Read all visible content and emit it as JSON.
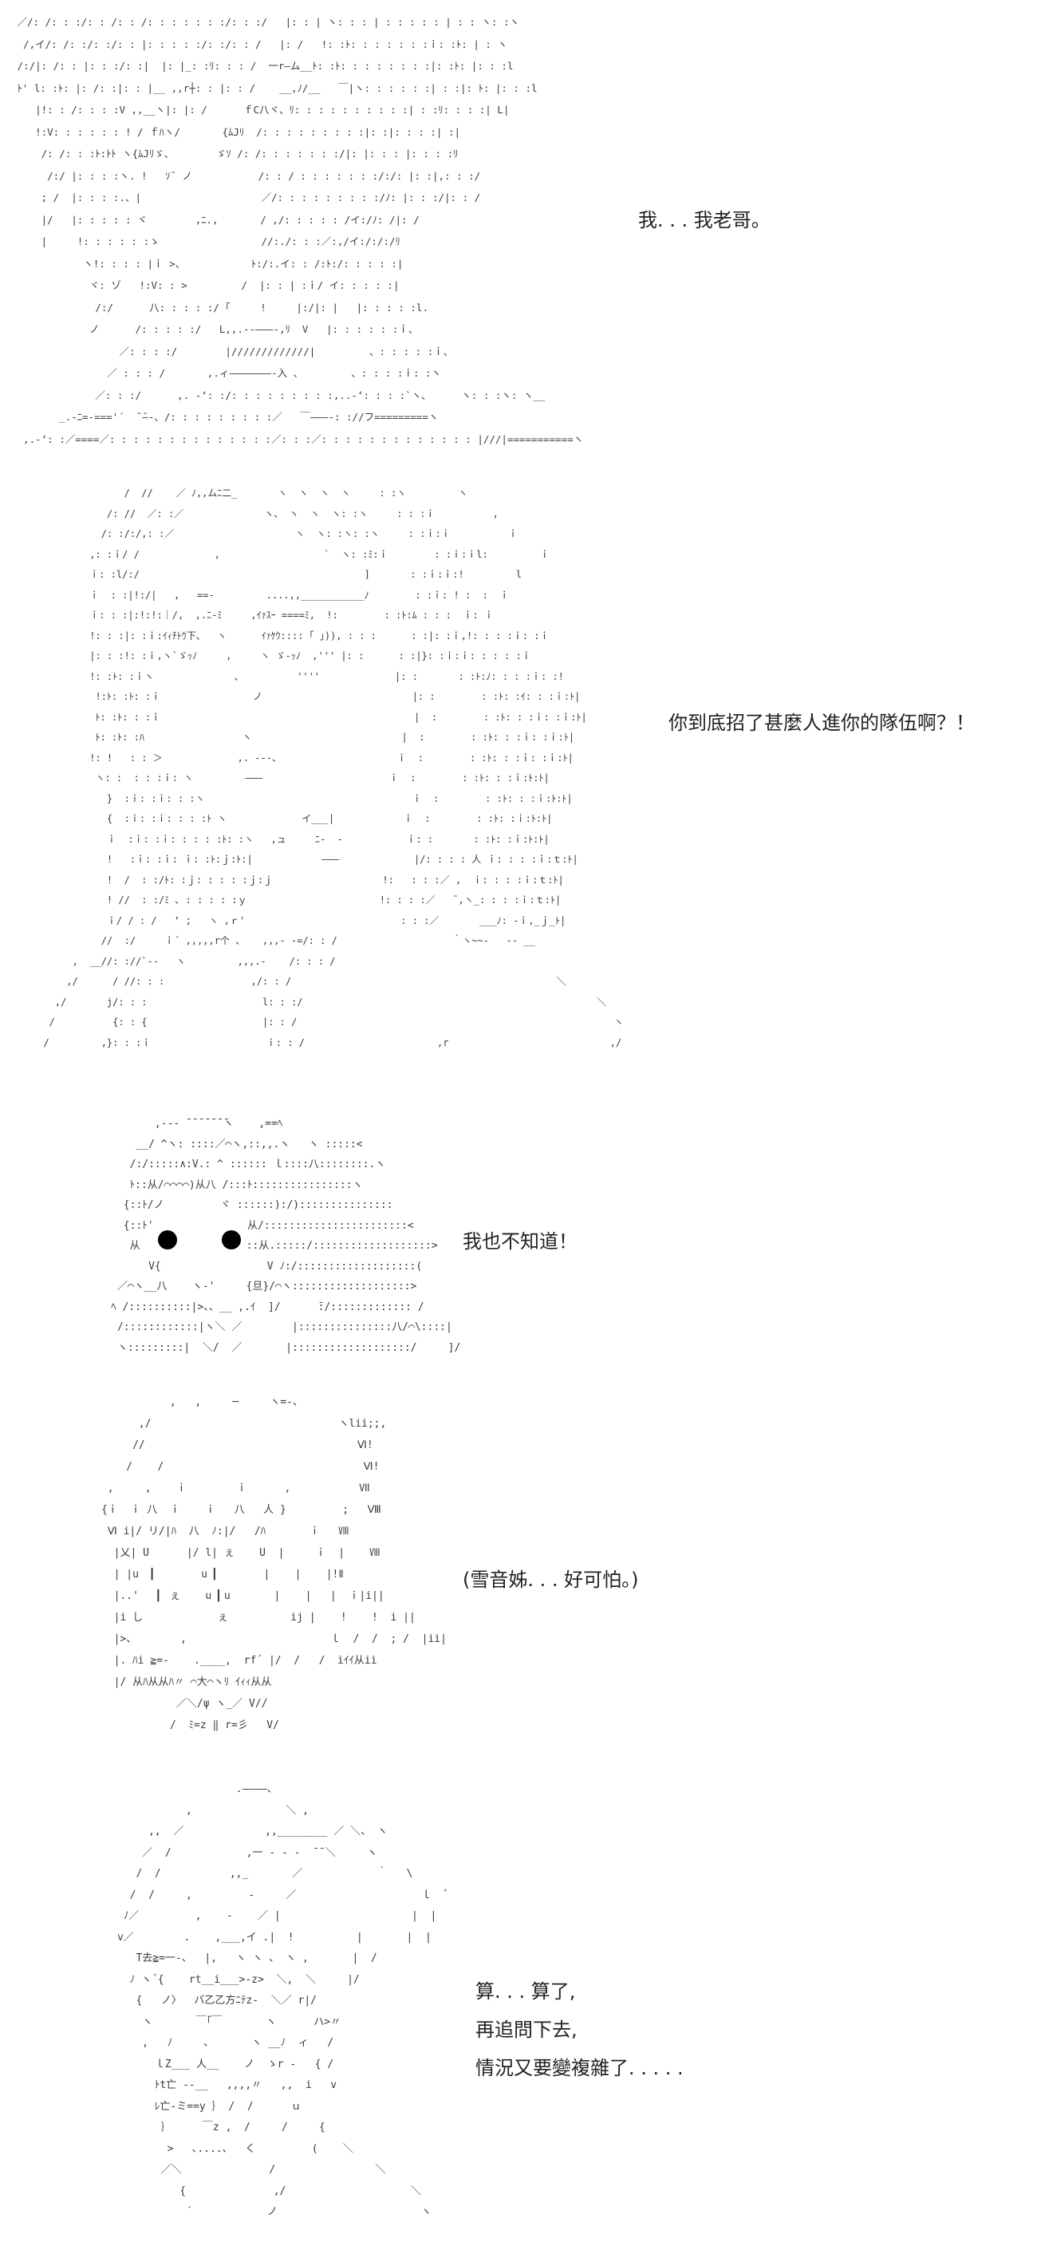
{
  "panels": [
    {
      "id": "brother",
      "art": " ／/: /: : :/: : /: : /: : : : : : :/: : :/   |: : | ヽ: : : | : : : : : | : : ヽ: :ヽ\n  /,イ/: /: :/: :/: : |: : : : :/: :/: : /   |: /   !: :ﾄ: : : : : : :ｉ: :ﾄ: | : ヽ\n /:/|: /: : |: : :/: :|  |: |_: :ﾘ: : : /  一r―ム__ﾄ: :ﾄ: : : : : : : :|: :ﾄ: |: : :l\n ﾄ' l: :ﾄ: |: /: :|: : |__ ,,r┼: : |: : /    __,ﾉ/__   ￣|ヽ: : : : : :| : :|: ﾄ: |: : :l\n    |!: : /: : : :V ,,__ヽ|: |: /      ｆC八ヾ、ﾘ: : : : : : : : : :| : :ﾘ: : : :| L|\n    !:V: : : : : : ! / ｆﾊヽ/       {ﾑJﾘ  /: : : : : : : : :|: :|: : : :| :|\n     /: /: : :ﾄ:ﾄﾄ ヽ{ﾑJﾘゞ、       ゞｿ /: /: : : : : : :/|: |: : : |: : : :ﾘ\n      /:/ |: : : :ヽ. !   ｿ¯ ノ           /: : / : : : : : : :/:/: |: :|,: : :/\n     ; /  |: : : :.、|                    ／/: : : : : : : : :/ﾉ: |: : :/|: : /\n     |/   |: : : : : ヾ        ,ﾆ.,       / ,/: : : : : /イ:/ﾉ: /|: /\n     |     !: : : : : :ゝ                 //:./: : :／:,/イ:/:/:/ﾘ\n            ヽ!: : : : |ｉ >、           ﾄ:/:.イ: : /:ﾄ:/: : : : :|\n             ヾ: ゾ   !:V: : >         /  |: : | :ｉ/ イ: : : : :|\n              /:/      八: : : : :/ ｢     !     |:/|: |   |: : : : :l.\n             ノ      /: : : : :/   L,,.--―――-,ﾘ  V   |: : : : : :ｉ、\n                  ／: : : :/        |/////////////|         、: : : : :ｉ、\n                ／ : : : /       ,.ィ―――――――‐入 、        、: : : :ｉ: :ヽ\n              ／: : :/      ,. -‘: :/: : : : : : : : :,..-‘: : : :`ヽ、     ヽ: : :ヽ: ヽ__\n        _.-ﾆ=-==='´  ̄ ̄―-、/: : : : : : : : :／   ￣―――-: ://フ=========ヽ\n  ,.-‘: :／====／: : : : : : : : : : : : : :／: : :／: : : : : : : : : : : : : |///|===========ヽ",
      "dialogue": [
        "我. . . 我老哥。"
      ]
    },
    {
      "id": "sister-question",
      "art": "                /  //    ／ ﾉ,,ムﾆ二_       ヽ  ヽ  ヽ  ヽ     : :ヽ         ヽ\n             /: //  ／: :／              ヽ、 ヽ  ヽ  ヽ: :ヽ     : : :ｉ          ,\n            /: :/:/,: :／                     ヽ  ヽ: :ヽ: :ヽ     : :ｉ:ｉ          ｉ\n          ,: :ｉ/ /             ,                  `  ヽ: :ﾐ:ｉ        : :ｉ:ｉl:         ｉ\n          ｉ: :l/:/                                       ]       : :ｉ:ｉ:!         l\n          ｉ  : :|!:/|   ,   ==‐         ....,,___________ﾉ        : :ｉ: ! :  :  ｉ\n          ｉ: : :|:!:!:｜/,  ,.ﾆ-ﾐ     ,ｲｧｽｰ ====ﾐ,  !:        : :ﾄ:ﾑ : : :  ｉ: ｉ\n          !: : :|: :ｉ:ｲｨﾁﾄｳ下、  ヽ      ｲｧｹｳ:::: ｢ ｣)), : : :      : :|: :ｉ,!: : : :ｉ: :ｉ\n          |: : :!: :ｉ,ヽ`ゞｯﾉ     ,     ヽ ゞ-ｯﾉ  ,''' |: :      : :|}: :ｉ:ｉ: : : : :ｉ\n          !: :ﾄ: :ｉヽ              ､          ''''             |: :       : :ﾄ:ﾉ: : : :ｉ: :!\n           !:ﾄ: :ﾄ: :ｉ                ノ                          |: :        : :ﾄ: :ｲ: : :ｉ:ﾄ|\n           ﾄ: :ﾄ: : :ｉ                                            |  :        : :ﾄ: : :ｉ: :ｉ:ﾄ|\n           ﾄ: :ﾄ: :ﾊ                 ヽ                          |  :        : :ﾄ: : :ｉ: :ｉ:ﾄ|\n          !: !   : : ＞             ,. ---、                    ｉ  :        : :ﾄ: : :ｉ: :ｉ:ﾄ|\n           ヽ: :  : : :ｉ: ヽ         ―――                      ｉ  :        : :ﾄ: : :ｉ:ﾄ:ﾄ|\n             }  :ｉ: :ｉ: : :ヽ                                    ｉ  :        : :ﾄ: : :ｉ:ﾄ:ﾄ|\n             {  :ｉ: :ｉ: : : :ﾄ ヽ             イ___|            ｉ  :        : :ﾄ: :ｉ:ﾄ:ﾄ|\n             ｉ  :ｉ: :ｉ: : : : :ﾄ: :ヽ   ,ュ     ﾆ‐  -           ｉ: :       : :ﾄ: :ｉ:ﾄ:ﾄ|\n             !   :ｉ: :ｉ: ｉ: :ﾄ:ｊ:ﾄ:|            ―――             |/: : : : 人 ｉ: : : :ｉ:ｔ:ﾄ|\n             !  /  : :/ﾄ: :ｊ: : : : :ｊ:ｊ                   !:   : : :／ ,  ｉ: : : :ｉ:ｔ:ﾄ|\n             ! //  : :/ﾐ ､ : : : : :ｙ                       !: : : :／   ̄ ,ヽ_: : : :ｉ:ｔ:ﾄ|\n             ｉ/ / : /   ‘ ;   ヽ ,ｒ'                           : : :／       ___ﾉ: ‐ｉ,_ｊ_ﾄ|\n            //  :/     ｉ´ ,,,,,r个 、   ,,,- ‐=/: : /                    ｀ヽ~~‐   -- __\n       ,  __//: ://`‐‐   ヽ         ,,,.‐    /: : : /\n      ,/      / //: : :               ,/: : /                                              ＼\n    ,/       j/: : :                    l: : :/                                                   ＼\n   /          {: : {                    |: : /                                                       ヽ\n  /         ,}: : :ｉ                    ｉ: : /                       ,r                            ,/",
      "dialogue": [
        "你到底招了甚麼人進你的隊伍啊？！"
      ]
    },
    {
      "id": "chibi-unsure",
      "art": "            ,-‐‐ ̄ ̄ ̄ ̄ ̄ ̄ ̄ヽ    ,==ﾍ\n         __/ ^ヽ: ::::／⌒ヽ,::,,.ヽ   ヽ :::::<\n        /:/:::::∧:V.: ^ :::::: ｌ::::八::::::::.ヽ\n        ﾄ::从/⌒⌒⌒⌒)从八 /:::ﾄ::::::::::::::::ヽ\n       {::ﾄ/ノ         ヾ ::::::):/):::::::::::::::\n       {::ﾄ'               从/:::::::::::::::::::::::<\n        从                 ::从.:::::/:::::::::::::::::::>\n           V{                 V ﾉ:/:::::::::::::::::::(\n      ／⌒ヽ__八    ヽ-'     {旦}/⌒ヽ:::::::::::::::::::>\n     ﾍ /::::::::::|>、、__ ,.ｲ  ]/      ̄:/::::::::::::: /\n      /::::::::::::|ヽ＼ ／        |:::::::::::::::八/⌒\\::::|\n      ヽ:::::::::|  ＼/  ／       |:::::::::::::::::::/     ]/",
      "dialogue": [
        "我也不知道！"
      ]
    },
    {
      "id": "yukine-scared",
      "art": "                 ,   ,     ─     ヽ=-、\n            ,/                              ヽlii;;,\n           //                                  Ⅵ!\n          /    /                                Ⅵ!\n       ,     ,    ｉ        ｉ      ,           Ⅶ\n      {ｉ  ｉ 八  ｉ    ｉ   八   人 }         ;   Ⅷ\n       Ⅵ i|/ リ/|ﾊ  八  ﾉ:|/   /ﾊ       ｉ   Ⅷ\n        |乂| U      |/ l| ぇ    U  |     ｉ  |    Ⅷ\n        | |u  ▎       u ▎       |    |    |!Ⅱ\n        |..'   ▎ ぇ    u ▎u       |    |   |  ｉ|i||\n        |i し            ぇ          ij |    !    !  i ||\n        |>、       ,                       ｌ  /  /  ; /  |ii|\n        |. ﾊi ≧=-    .____,  rf´ |/  /   /  iｲｲ从ii\n        |/ 从ﾊ从从ﾊ〃 ⌒大⌒ヽﾘ ｲｨｨ从从\n                  ／＼/ψ ヽ_／ V//\n                 /  ﾐ=z ‖ r=彡   V/",
      "dialogue": [
        "(雪音姊. . . 好可怕。)"
      ]
    },
    {
      "id": "forget-it",
      "art": "                         .――――、\n                 ,               ＼ ,\n           ,,  ／             ,,________ ／ ＼、 ヽ\n          ／  /            ,一 ‐ ‐ ‐  ̄ ̄ ＼     ヽ\n         /  /           ,,_       ／            ｀   \\\n        /  /     ,         ‐     ／                    ｌ  ﾞ\n       ﾉ／         ,    -    ／ |                     |  |\n      v／        .    ,___,イ .|  !          |       |  |\n         T去≧=一‐、  |,   ヽ ヽ 、 ヽ ,       |  /\n        ﾉ ヽ´{    rt__i___>-z>  ＼,  ＼     |/\n         {   ノ〉  バ乙乙方ﾆﾃz-  ＼／ r|/\n          ヽ       ￣｢￣       ヽ      ハ>〃\n          ,   ﾉ     、      ヽ __ﾉ  ィ   /\n            ｌZ___ 人__    ノ  ゝr ‐   { /\n            ﾄt亡 --__   ,,,,〃   ,,  i   v\n            ﾚ亡‐ミ==y ｝ /  /      ｕ\n             ｝     ￣z ,  /     /     {\n              >   ､....、  く         (    ＼\n             ／＼              /                ＼\n                {              ,/                    ＼\n                 ´            ノ                       ヽ",
      "dialogue": [
        "算. . . 算了,",
        "再追問下去,",
        "情況又要變複雜了. . . . ."
      ]
    }
  ]
}
